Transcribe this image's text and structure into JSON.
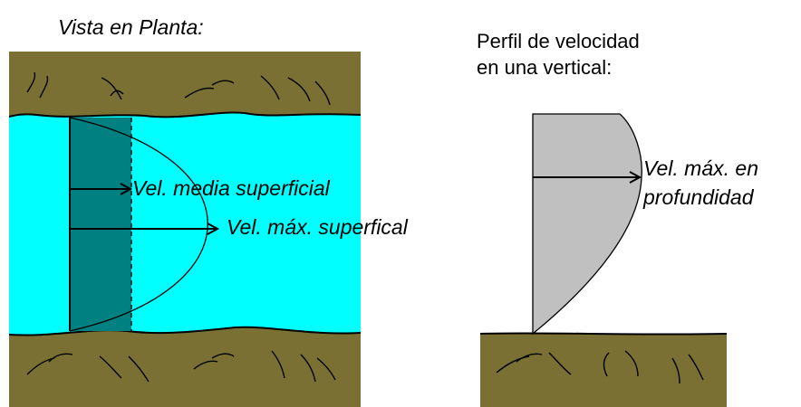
{
  "left_panel": {
    "title": "Vista en Planta:",
    "label_mean": "Vel. media superficial",
    "label_max": "Vel. máx. superfical"
  },
  "right_panel": {
    "title_line1": "Perfil de velocidad",
    "title_line2": "en una vertical:",
    "label_max_line1": "Vel. máx. en",
    "label_max_line2": "profundidad"
  },
  "colors": {
    "water": "#00ffff",
    "bank": "#7a7034",
    "mean_band": "#008080",
    "profile_fill": "#c0c0c0"
  }
}
